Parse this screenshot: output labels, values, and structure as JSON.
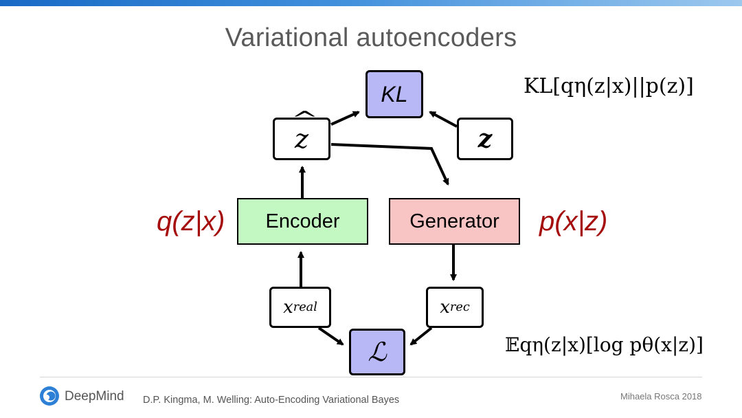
{
  "slide": {
    "title": "Variational autoencoders",
    "brand": "DeepMind",
    "citation": "D.P. Kingma, M. Welling: Auto-Encoding Variational Bayes",
    "author": "Mihaela Rosca 2018"
  },
  "diagram": {
    "nodes": {
      "kl": "KL",
      "z_hat": "z",
      "z": "z",
      "encoder": "Encoder",
      "generator": "Generator",
      "x_real": "x",
      "x_real_sub": "real",
      "x_rec": "x",
      "x_rec_sub": "rec",
      "loss": "ℒ"
    },
    "labels": {
      "encoder_dist": "q(z|x)",
      "generator_dist": "p(x|z)"
    },
    "formulas": {
      "kl_term": "KL[qη(z|x)||p(z)]",
      "expectation_term": "𝔼qη(z|x)[log pθ(x|z)]"
    },
    "colors": {
      "kl_fill": "#b9b8f7",
      "encoder_fill": "#c3f8c3",
      "generator_fill": "#f8c4c4",
      "dist_label": "#a50c0c",
      "header_bar": "#1769c4"
    }
  }
}
